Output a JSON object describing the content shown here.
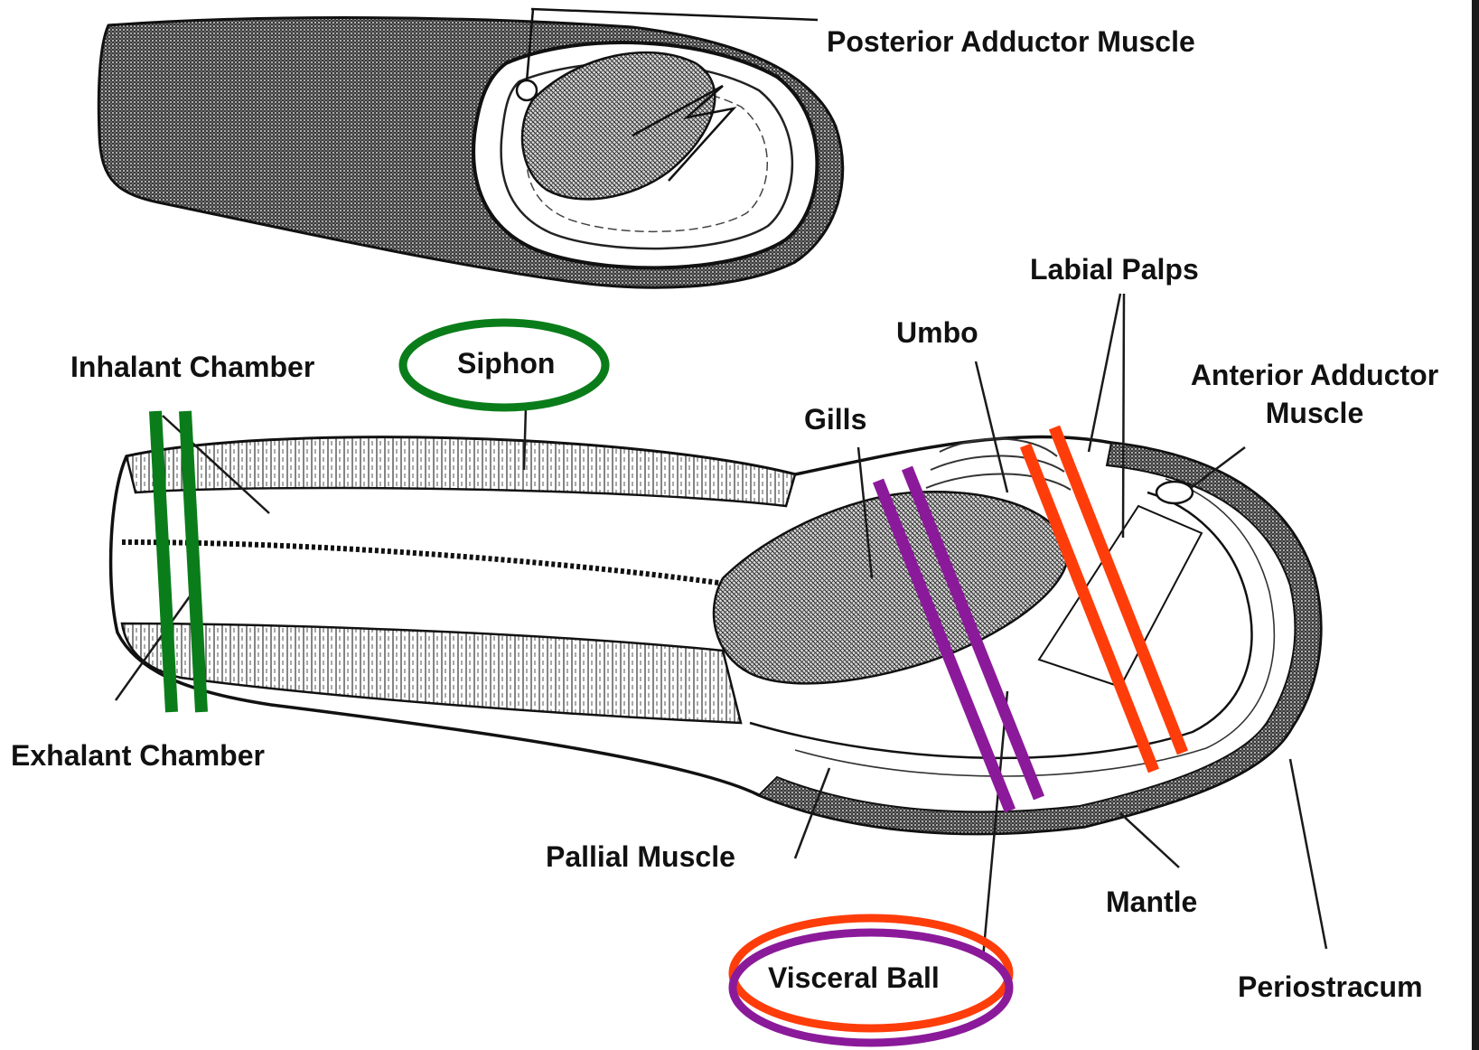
{
  "labels": {
    "posterior_adductor_muscle": "Posterior Adductor Muscle",
    "labial_palps": "Labial Palps",
    "umbo": "Umbo",
    "anterior_adductor_muscle": "Anterior Adductor Muscle",
    "inhalant_chamber": "Inhalant Chamber",
    "siphon": "Siphon",
    "gills": "Gills",
    "exhalant_chamber": "Exhalant Chamber",
    "pallial_muscle": "Pallial Muscle",
    "mantle": "Mantle",
    "visceral_ball": "Visceral Ball",
    "periostracum": "Periostracum"
  },
  "annotation_colors": {
    "green": "#0a7d1a",
    "purple": "#8b1a9a",
    "orange_red": "#ff3d0a",
    "ink": "#1a1a1a"
  }
}
